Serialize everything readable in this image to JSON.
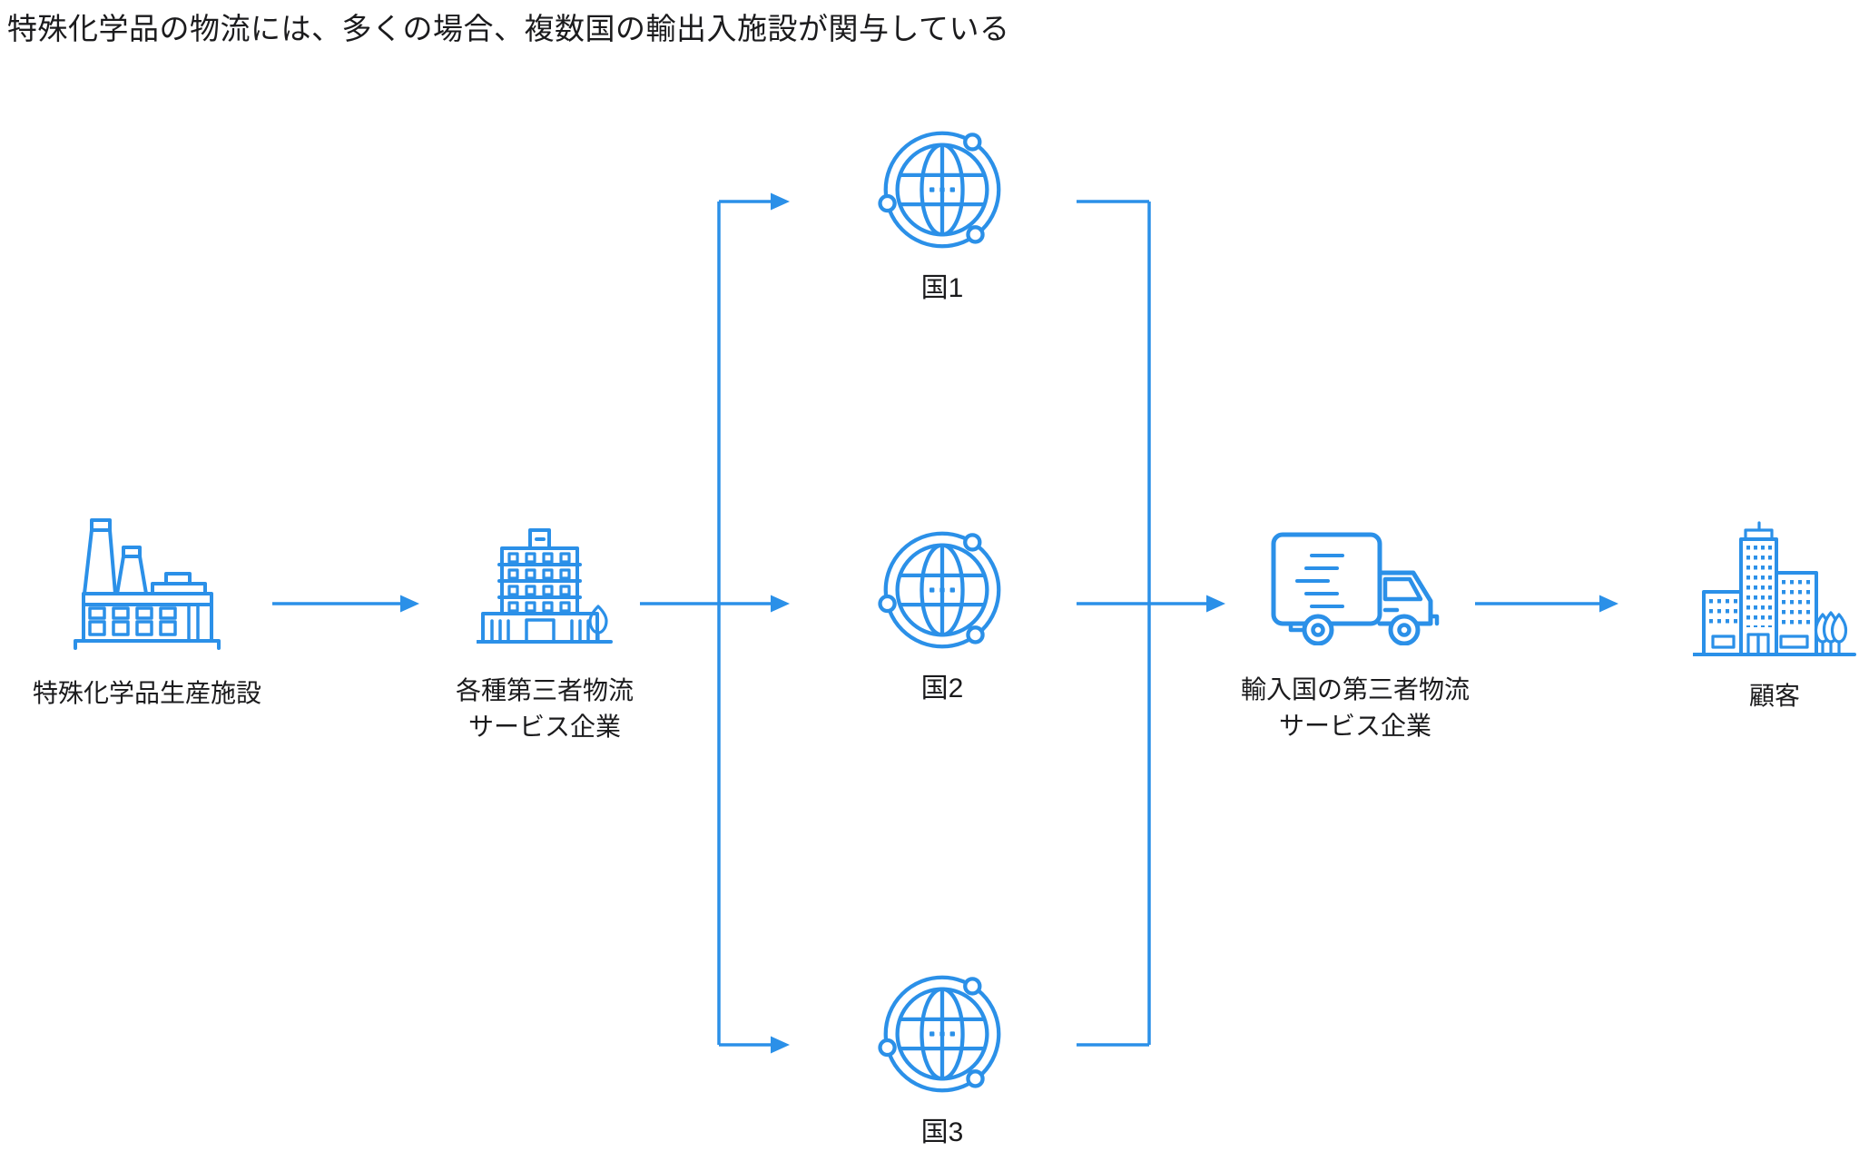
{
  "title": "特殊化学品の物流には、多くの場合、複数国の輸出入施設が関与している",
  "colors": {
    "accent": "#2B90E8",
    "text": "#1B1B1D",
    "background": "#FFFFFF"
  },
  "flow": {
    "factory": {
      "icon": "factory-icon",
      "label": "特殊化学品生産施設"
    },
    "origin_3pl": {
      "icon": "office-building-icon",
      "label_line1": "各種第三者物流",
      "label_line2": "サービス企業"
    },
    "country1": {
      "icon": "globe-network-icon",
      "label": "国1"
    },
    "country2": {
      "icon": "globe-network-icon",
      "label": "国2"
    },
    "country3": {
      "icon": "globe-network-icon",
      "label": "国3"
    },
    "import_3pl": {
      "icon": "delivery-truck-icon",
      "label_line1": "輸入国の第三者物流",
      "label_line2": "サービス企業"
    },
    "customer": {
      "icon": "city-buildings-icon",
      "label": "顧客"
    }
  }
}
